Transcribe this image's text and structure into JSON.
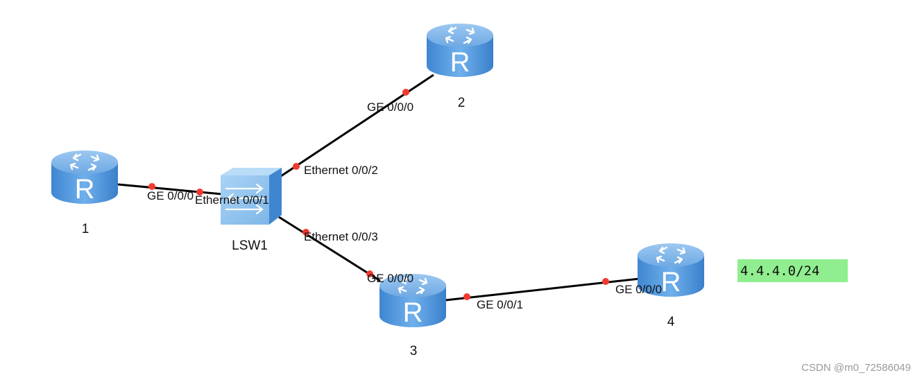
{
  "topology": {
    "devices": [
      {
        "id": "r1",
        "type": "router",
        "name": "1"
      },
      {
        "id": "r2",
        "type": "router",
        "name": "2"
      },
      {
        "id": "r3",
        "type": "router",
        "name": "3"
      },
      {
        "id": "r4",
        "type": "router",
        "name": "4"
      },
      {
        "id": "lsw1",
        "type": "switch",
        "name": "LSW1"
      }
    ],
    "links": [
      {
        "from": "r1",
        "to": "lsw1",
        "from_port": "GE 0/0/0",
        "to_port": "Ethernet 0/0/1"
      },
      {
        "from": "lsw1",
        "to": "r2",
        "from_port": "Ethernet 0/0/2",
        "to_port": "GE 0/0/0"
      },
      {
        "from": "lsw1",
        "to": "r3",
        "from_port": "Ethernet 0/0/3",
        "to_port": "GE 0/0/0"
      },
      {
        "from": "r3",
        "to": "r4",
        "from_port": "GE 0/0/1",
        "to_port": "GE 0/0/0"
      }
    ],
    "notes": [
      {
        "text": "4.4.4.0/24",
        "background": "#90ee90"
      }
    ]
  },
  "colors": {
    "port_dot": "#f23a2f",
    "link": "#000000",
    "device_blue": "#4a8fd6"
  },
  "watermark": "CSDN @m0_72586049"
}
